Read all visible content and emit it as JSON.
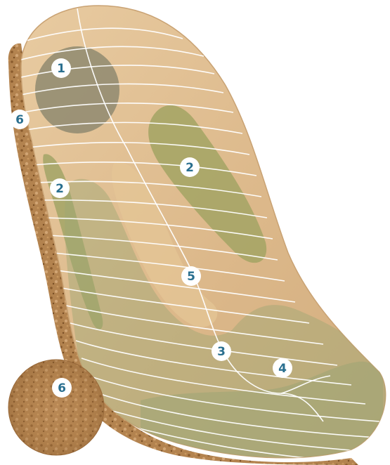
{
  "diagram": {
    "callouts": [
      {
        "id": "heel-cup",
        "label": "1"
      },
      {
        "id": "outer-support",
        "label": "2"
      },
      {
        "id": "inner-support",
        "label": "2"
      },
      {
        "id": "metatarsal-zone",
        "label": "3"
      },
      {
        "id": "toe-bar",
        "label": "4"
      },
      {
        "id": "arch-channel",
        "label": "5"
      },
      {
        "id": "cork-edge",
        "label": "6"
      },
      {
        "id": "cork-detail",
        "label": "6"
      }
    ],
    "colors": {
      "insole": "#dcb98a",
      "insole_light": "#e6c79c",
      "cork": "#b98a55",
      "heel_zone": "#8f8a70",
      "green_zone": "#a9a868",
      "badge_fill": "#ffffff",
      "badge_text": "#2a6f8f"
    }
  }
}
